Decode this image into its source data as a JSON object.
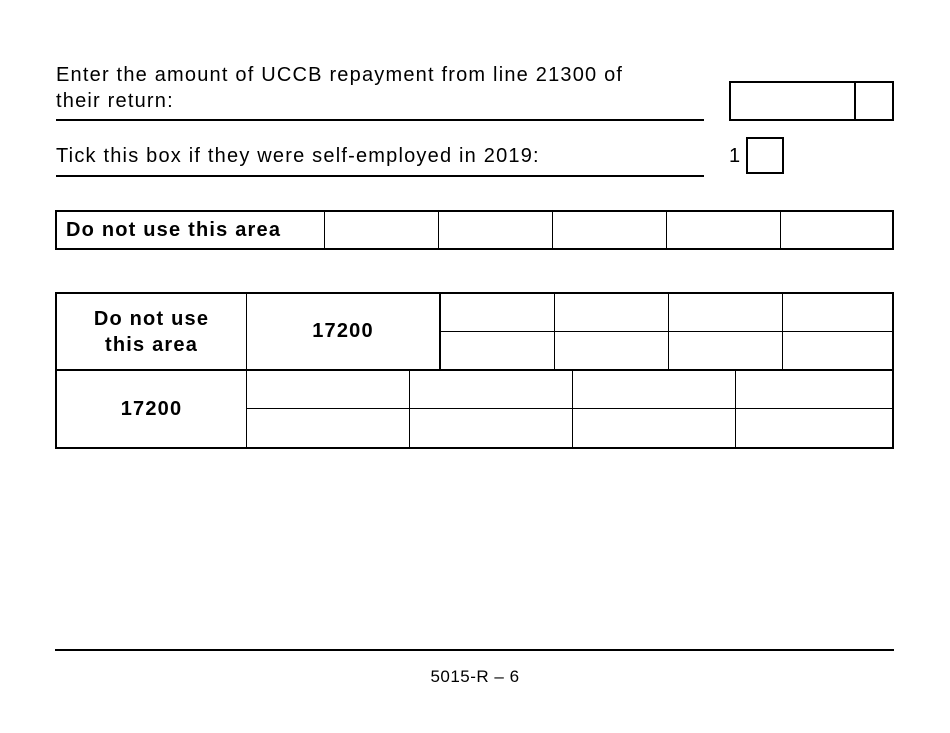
{
  "questions": {
    "uccb": {
      "line1": "Enter the amount of UCCB repayment from line 21300 of",
      "line2": "their return:"
    },
    "self_employed": {
      "label": "Tick this box if they were self-employed in 2019:",
      "box_number": "1"
    }
  },
  "area1": {
    "label": "Do not use this area"
  },
  "area2": {
    "header_label": "Do not use this area",
    "code_top": "17200",
    "code_bottom": "17200"
  },
  "footer": {
    "page_id": "5015-R – 6"
  }
}
